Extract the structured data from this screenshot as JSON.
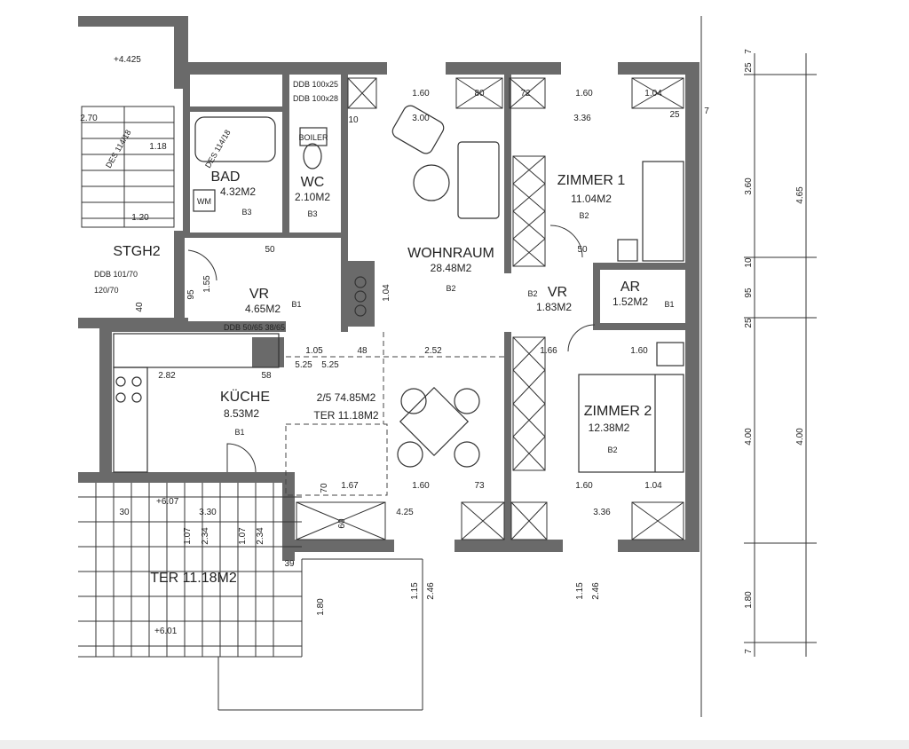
{
  "colors": {
    "wall": "#6a6a6a",
    "line": "#333333",
    "background": "#ffffff"
  },
  "rooms": {
    "bad": {
      "name": "BAD",
      "area": "4.32M2"
    },
    "wc": {
      "name": "WC",
      "area": "2.10M2"
    },
    "stgh": {
      "name": "STGH2"
    },
    "vr_left": {
      "name": "VR",
      "area": "4.65M2"
    },
    "wohnraum": {
      "name": "WOHNRAUM",
      "area": "28.48M2"
    },
    "zimmer1": {
      "name": "ZIMMER 1",
      "area": "11.04M2"
    },
    "vr_right": {
      "name": "VR",
      "area": "1.83M2"
    },
    "ar": {
      "name": "AR",
      "area": "1.52M2"
    },
    "kueche": {
      "name": "KÜCHE",
      "area": "8.53M2"
    },
    "zimmer2": {
      "name": "ZIMMER 2",
      "area": "12.38M2"
    },
    "terrace": {
      "name": "TER 11.18M2"
    }
  },
  "summary": {
    "line1": "2/5 74.85M2",
    "line2": "TER 11.18M2"
  },
  "levels": {
    "top": "+4.425",
    "terrace_top": "+6.07",
    "terrace_bottom": "+6.01"
  },
  "labels": {
    "b1": "B1",
    "b2": "B2",
    "b3": "B3",
    "boiler": "BOILER",
    "wm": "WM",
    "ddb1": "DDB 100x25",
    "ddb2": "DDB 100x28",
    "ddb_door": "DDB 101/70",
    "door_120": "120/70",
    "ddb3": "DDB 50/65 38/65",
    "stairs1": "DES 114/18",
    "stairs2": "DES 114/18"
  },
  "dims": {
    "d160a": "1.60",
    "d80": "80",
    "d72a": "72",
    "d160b": "1.60",
    "d104a": "1.04",
    "d300": "3.00",
    "d336a": "3.36",
    "d25a": "25",
    "d7a": "7",
    "d10a": "10",
    "d50a": "50",
    "d50b": "50",
    "d104b": "1.04",
    "d95": "95",
    "d155": "1.55",
    "d105": "1.05",
    "d58": "58",
    "d48": "48",
    "d252": "2.52",
    "d166": "1.66",
    "d160c": "1.60",
    "d282": "2.82",
    "d525a": "5.25",
    "d525b": "5.25",
    "d167": "1.67",
    "d160d": "1.60",
    "d73": "73",
    "d160e": "1.60",
    "d104c": "1.04",
    "d425": "4.25",
    "d336b": "3.36",
    "d70": "70",
    "d60": "60",
    "d115a": "1.15",
    "d246a": "2.46",
    "d115b": "1.15",
    "d246b": "2.46",
    "d180": "1.80",
    "d39": "39",
    "d30": "30",
    "d330": "3.30",
    "d107a": "1.07",
    "d234a": "2.34",
    "d107b": "1.07",
    "d234b": "2.34",
    "d270": "2.70",
    "d118": "1.18",
    "d120": "1.20",
    "d40": "40",
    "r360": "3.60",
    "r465": "4.65",
    "r400a": "4.00",
    "r400b": "4.00",
    "r25a": "25",
    "r7a": "7",
    "r10a": "10",
    "r95": "95",
    "r25b": "25",
    "r180": "1.80",
    "r7b": "7"
  }
}
